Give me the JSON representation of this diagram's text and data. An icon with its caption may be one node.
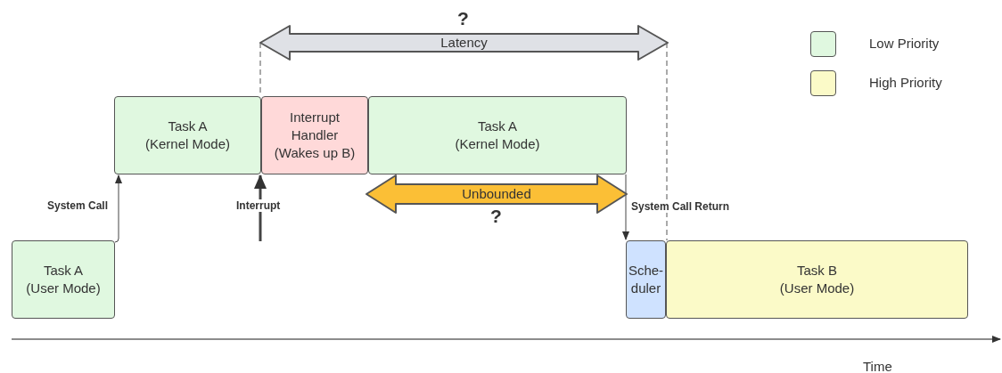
{
  "diagram": {
    "nodes": [
      {
        "text": [
          "Task A (User Mode)"
        ]
      },
      {
        "text": [
          "Task A (Kernel Mode)"
        ]
      },
      {
        "text": [
          "Interrupt Handler (Wakes up B)"
        ]
      },
      {
        "text": [
          "Task A (Kernel Mode)"
        ]
      },
      {
        "text": [
          "Sche- duler"
        ]
      },
      {
        "text": [
          "Task B (User Mode)"
        ]
      },
      {
        "text": [
          "Latency"
        ],
        "beside": [
          "?"
        ]
      },
      {
        "text": [
          "Unbounded"
        ],
        "beside": [
          "?"
        ]
      }
    ],
    "edges": [
      {
        "from": 0,
        "to": 1,
        "arrow": "to",
        "label": "System Call"
      },
      {
        "from": null,
        "to": 2,
        "arrow": "to",
        "label": "Interrupt",
        "style": "thick"
      },
      {
        "from": 3,
        "to": 4,
        "arrow": "to",
        "label": "System Call Return"
      }
    ],
    "labels": [
      "Time"
    ],
    "legend": [
      {
        "text": "Low Priority",
        "color": "#e0f8e0"
      },
      {
        "text": "High Priority",
        "color": "#fbfac8"
      }
    ]
  }
}
